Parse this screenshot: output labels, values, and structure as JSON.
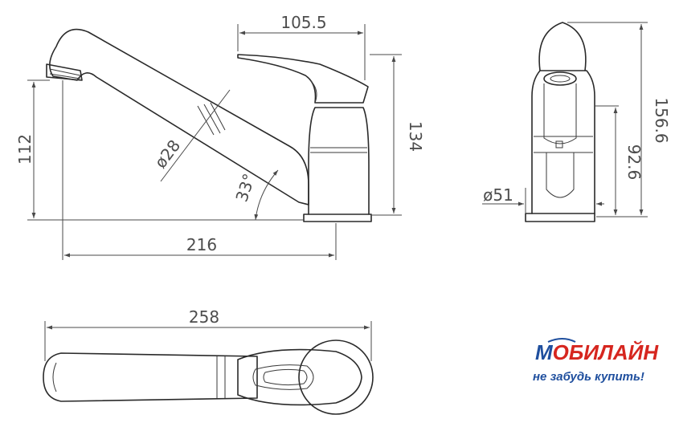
{
  "dimensions": {
    "lever_width": "105.5",
    "spout_height": "112",
    "pipe_diameter": "ø28",
    "angle": "33°",
    "body_height": "134",
    "reach": "216",
    "base_diameter": "ø51",
    "side_inner_height": "92.6",
    "total_height": "156.6",
    "total_length": "258"
  },
  "logo": {
    "brand_blue": "М",
    "brand_red": "ОБИЛАЙН",
    "tagline": "не забудь купить!",
    "colors": {
      "blue": "#1f4f9e",
      "red": "#d6261f"
    }
  }
}
